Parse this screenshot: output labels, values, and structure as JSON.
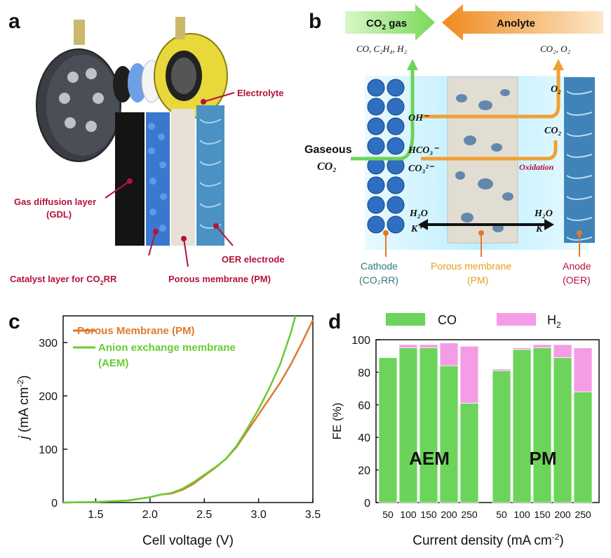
{
  "panels": {
    "a": {
      "letter": "a",
      "labels": {
        "electrolyte": "Electrolyte",
        "gdl_line1": "Gas diffusion layer",
        "gdl_line2": "(GDL)",
        "oer": "OER electrode",
        "catalyst": "Catalyst layer for CO",
        "catalyst_sub": "2",
        "catalyst_end": "RR",
        "pm": "Porous membrane (PM)"
      }
    },
    "b": {
      "letter": "b",
      "arrow_co2": "CO",
      "arrow_co2_sub": "2",
      "arrow_co2_end": " gas",
      "arrow_anolyte": "Anolyte",
      "top_left_products": "CO, C₂H₄, H₂",
      "top_right_products": "CO₂, O₂",
      "o2": "O₂",
      "oh": "OH⁻",
      "co2_right": "CO₂",
      "gaseous": "Gaseous",
      "co2_left": "CO₂",
      "hco3": "HCO₃⁻",
      "co3": "CO₃²⁻",
      "oxidation": "Oxidation",
      "h2o_left": "H₂O",
      "k_left": "K⁺",
      "h2o_right": "H₂O",
      "k_right": "K⁺",
      "cathode": "Cathode",
      "cathode_sub": "(CO₂RR)",
      "membrane": "Porous membrane",
      "membrane_sub": "(PM)",
      "anode": "Anode",
      "anode_sub": "(OER)"
    },
    "c": {
      "letter": "c"
    },
    "d": {
      "letter": "d"
    }
  },
  "colors": {
    "pm": "#e07a2a",
    "aem": "#66cc33",
    "co": "#6cd45a",
    "h2": "#f59ce6",
    "red_label": "#b3123a",
    "orange_arrow": "#f0a030",
    "green_arrow": "#6cd45a"
  },
  "chart_data": [
    {
      "type": "line",
      "xlabel": "Cell voltage (V)",
      "ylabel": "j (mA cm⁻²)",
      "ylabel_j": "j",
      "ylabel_rest": " (mA cm",
      "ylabel_sup": "-2",
      "ylabel_close": ")",
      "xlim": [
        1.2,
        3.5
      ],
      "ylim": [
        0,
        350
      ],
      "xticks": [
        "1.5",
        "2.0",
        "2.5",
        "3.0",
        "3.5"
      ],
      "yticks": [
        "0",
        "100",
        "200",
        "300"
      ],
      "series": [
        {
          "name": "Porous Membrane (PM)",
          "x": [
            1.2,
            1.5,
            1.8,
            2.0,
            2.1,
            2.2,
            2.3,
            2.4,
            2.5,
            2.6,
            2.7,
            2.8,
            2.9,
            3.0,
            3.1,
            3.2,
            3.3,
            3.4,
            3.5
          ],
          "y": [
            0,
            1,
            4,
            10,
            15,
            17,
            24,
            35,
            50,
            65,
            82,
            105,
            135,
            165,
            195,
            225,
            260,
            300,
            342
          ]
        },
        {
          "name": "Anion exchange membrane (AEM)",
          "x": [
            1.2,
            1.5,
            1.8,
            2.0,
            2.1,
            2.2,
            2.3,
            2.4,
            2.5,
            2.6,
            2.7,
            2.8,
            2.9,
            3.0,
            3.1,
            3.2,
            3.3,
            3.34
          ],
          "y": [
            0,
            1,
            4,
            10,
            15,
            18,
            26,
            38,
            52,
            66,
            82,
            107,
            140,
            175,
            215,
            260,
            320,
            350
          ]
        }
      ],
      "legend": [
        "Porous Membrane (PM)",
        "Anion exchange membrane",
        "(AEM)"
      ]
    },
    {
      "type": "bar",
      "stacked": true,
      "xlabel": "Current density (mA cm⁻²)",
      "xlabel_main": "Current density (mA cm",
      "xlabel_sup": "-2",
      "xlabel_close": ")",
      "ylabel": "FE (%)",
      "ylim": [
        0,
        100
      ],
      "yticks": [
        "0",
        "20",
        "40",
        "60",
        "80",
        "100"
      ],
      "groups": [
        "AEM",
        "PM"
      ],
      "categories": [
        "50",
        "100",
        "150",
        "200",
        "250"
      ],
      "series": [
        {
          "name": "CO",
          "AEM": [
            89,
            95,
            95,
            84,
            61
          ],
          "PM": [
            81,
            94,
            95,
            89,
            68
          ]
        },
        {
          "name": "H2",
          "name_main": "H",
          "name_sub": "2",
          "AEM": [
            0,
            2,
            2,
            14,
            35
          ],
          "PM": [
            1,
            1,
            2,
            8,
            27
          ]
        }
      ]
    }
  ]
}
